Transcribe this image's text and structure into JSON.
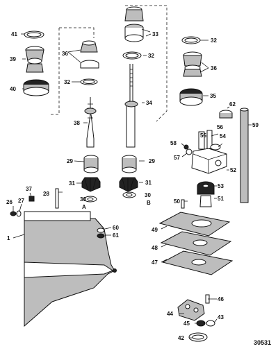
{
  "callouts": {
    "n1": "1",
    "n26": "26",
    "n27": "27",
    "n28": "28",
    "n29a": "29",
    "n29b": "29",
    "n30a": "30",
    "n30b": "30",
    "n31a": "31",
    "n31b": "31",
    "n32a": "32",
    "n32b": "32",
    "n32c": "32",
    "n33": "33",
    "n34": "34",
    "n35": "35",
    "n36a": "36",
    "n36b": "36",
    "n37": "37",
    "n38": "38",
    "n39": "39",
    "n40": "40",
    "n41": "41",
    "n42": "42",
    "n43": "43",
    "n44": "44",
    "n45": "45",
    "n46": "46",
    "n47": "47",
    "n48": "48",
    "n49": "49",
    "n50": "50",
    "n51": "51",
    "n52": "52",
    "n53": "53",
    "n54": "54",
    "n55": "55",
    "n56": "56",
    "n57": "57",
    "n58": "58",
    "n59": "59",
    "n60": "60",
    "n61": "61",
    "n62": "62"
  },
  "variants": {
    "a": "A",
    "b": "B"
  },
  "figure_number": "30531"
}
